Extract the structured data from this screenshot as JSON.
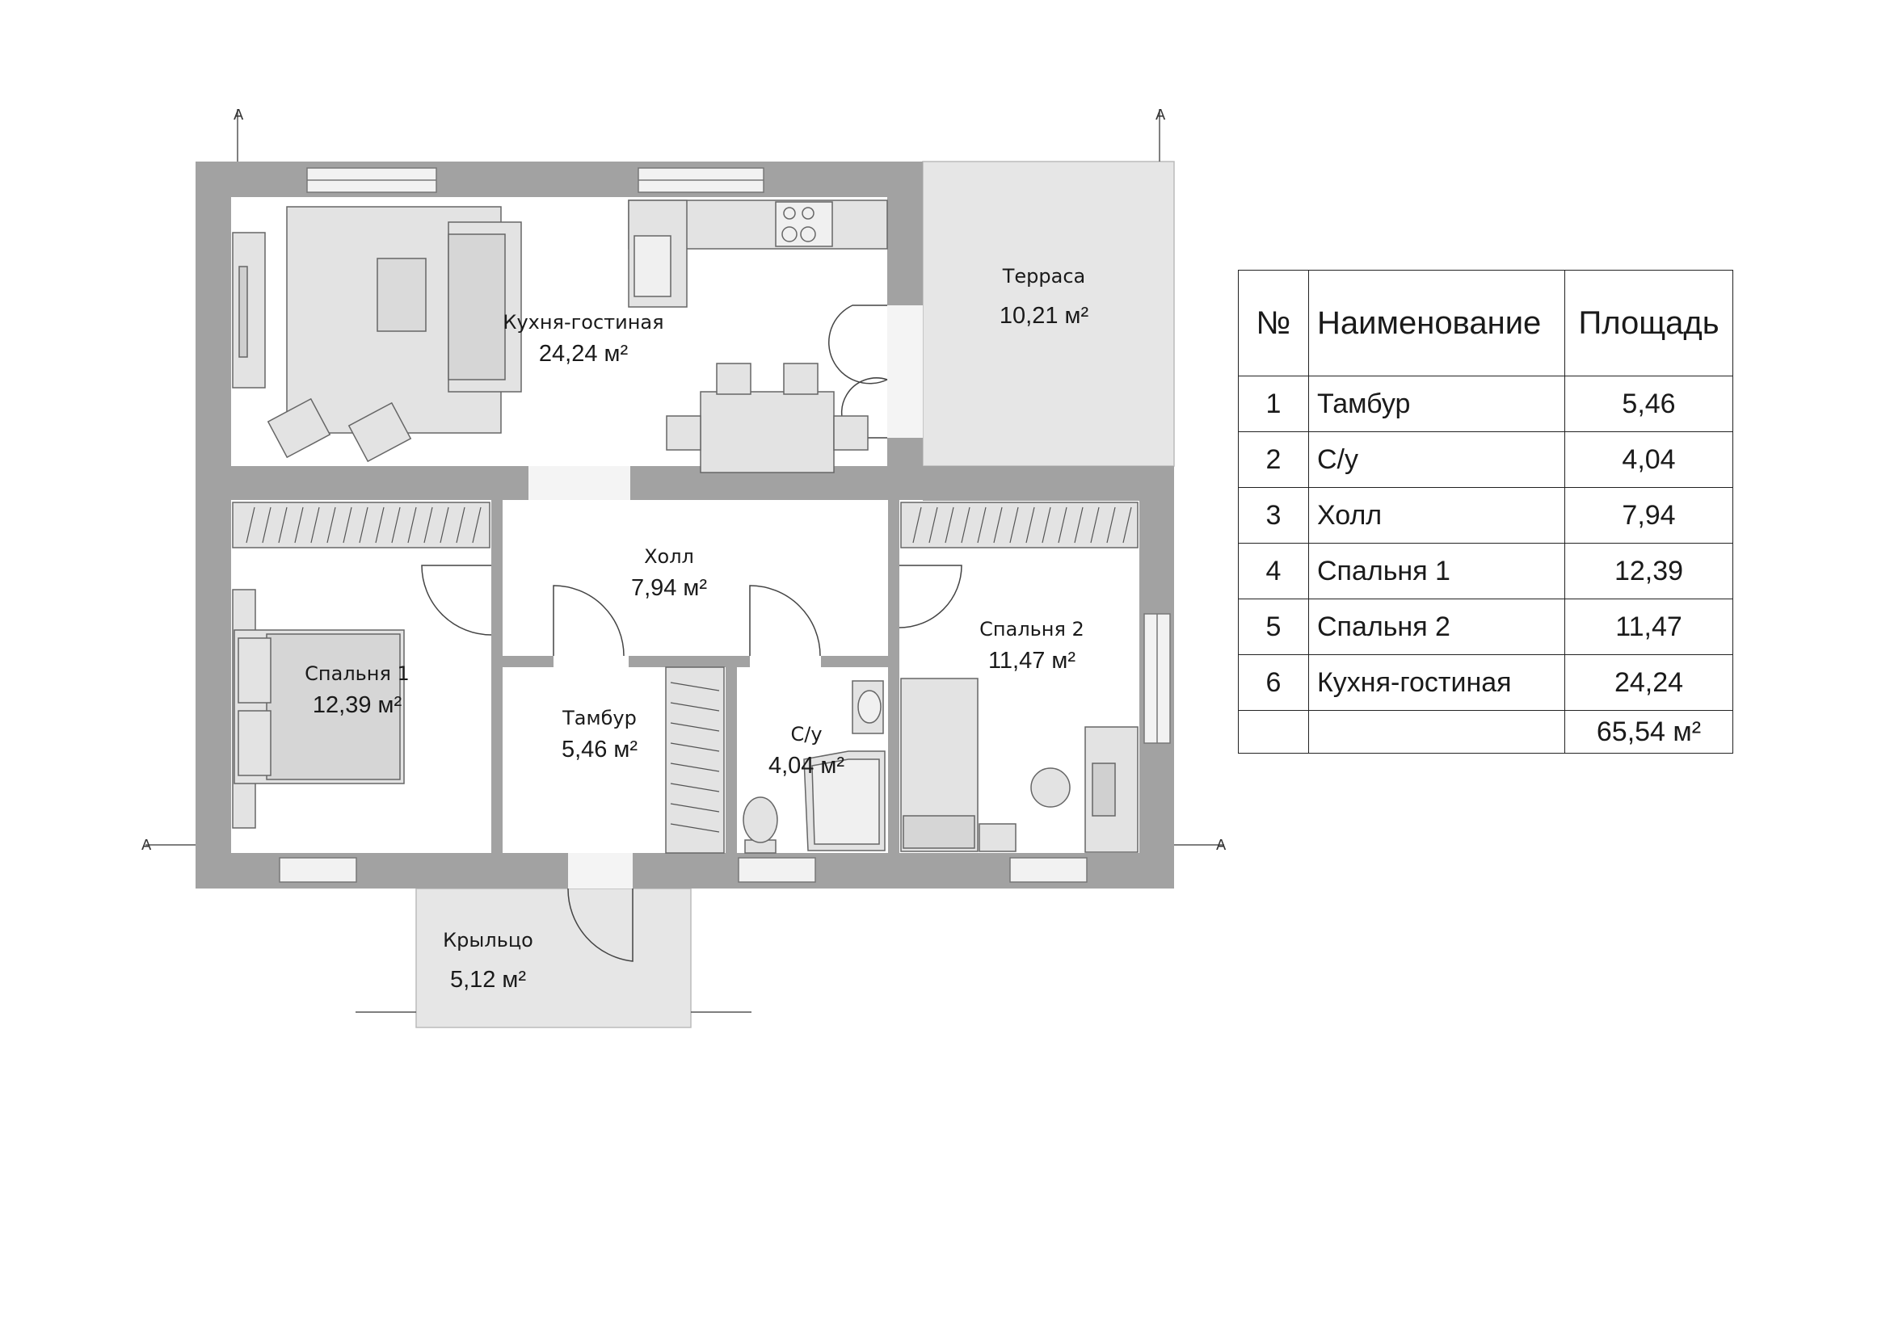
{
  "rooms": {
    "kitchen": {
      "name": "Кухня-гостиная",
      "area": "24,24 м²"
    },
    "terrace": {
      "name": "Терраса",
      "area": "10,21 м²"
    },
    "hall": {
      "name": "Холл",
      "area": "7,94 м²"
    },
    "bedroom1": {
      "name": "Спальня 1",
      "area": "12,39 м²"
    },
    "bedroom2": {
      "name": "Спальня 2",
      "area": "11,47 м²"
    },
    "vestibule": {
      "name": "Тамбур",
      "area": "5,46 м²"
    },
    "bathroom": {
      "name": "С/у",
      "area": "4,04 м²"
    },
    "porch": {
      "name": "Крыльцо",
      "area": "5,12 м²"
    }
  },
  "axis_marks": [
    "A",
    "A",
    "A",
    "A"
  ],
  "table": {
    "headers": [
      "№",
      "Наименование",
      "Площадь"
    ],
    "rows": [
      [
        "1",
        "Тамбур",
        "5,46"
      ],
      [
        "2",
        "С/у",
        "4,04"
      ],
      [
        "3",
        "Холл",
        "7,94"
      ],
      [
        "4",
        "Спальня 1",
        "12,39"
      ],
      [
        "5",
        "Спальня 2",
        "11,47"
      ],
      [
        "6",
        "Кухня-гостиная",
        "24,24"
      ]
    ],
    "total": "65,54 м²"
  },
  "colors": {
    "wall": "#a2a2a2",
    "outdoor_floor": "#e6e6e6",
    "furniture": "#e3e3e3",
    "line": "#555555"
  }
}
